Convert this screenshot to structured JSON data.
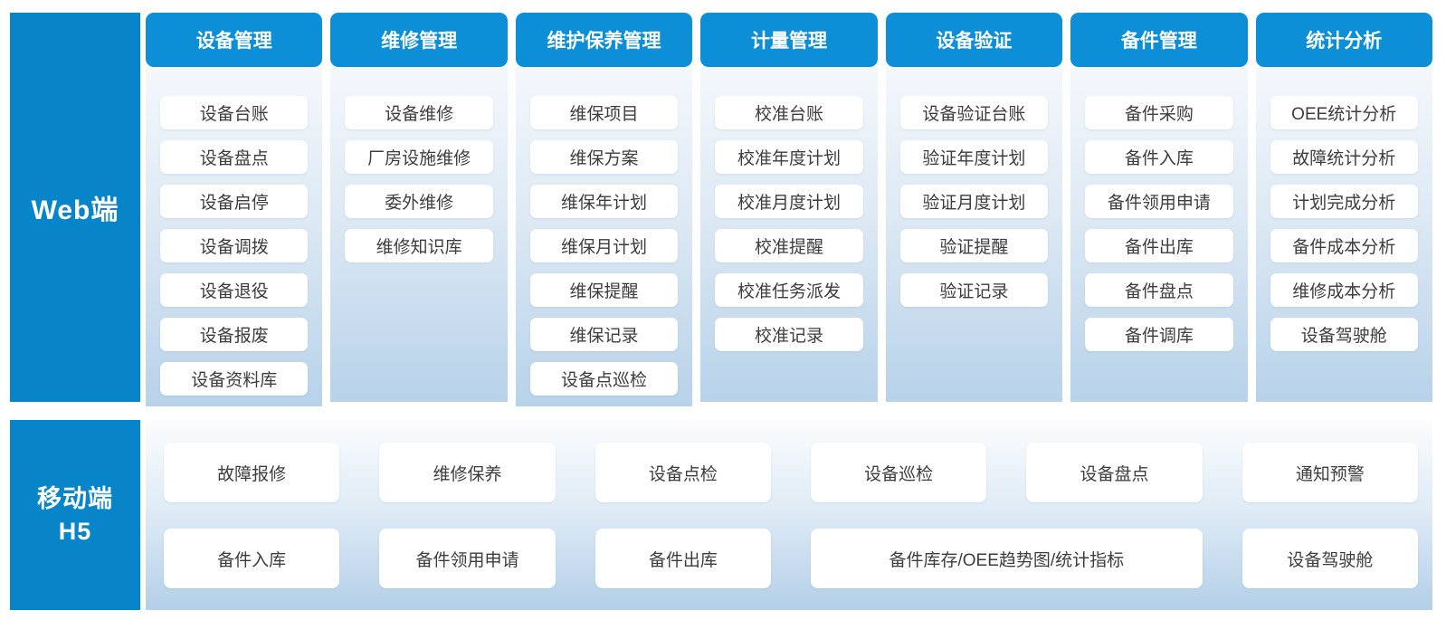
{
  "colors": {
    "header_blue": "#0d8fd8",
    "side_blue": "#0884c8",
    "column_gradient_top": "#f4f8fc",
    "column_gradient_bottom": "#b7d2ea",
    "item_text": "#3d3d3d",
    "item_background": "#ffffff"
  },
  "web_section": {
    "label": "Web端",
    "columns": [
      {
        "title": "设备管理",
        "items": [
          "设备台账",
          "设备盘点",
          "设备启停",
          "设备调拨",
          "设备退役",
          "设备报废",
          "设备资料库"
        ]
      },
      {
        "title": "维修管理",
        "items": [
          "设备维修",
          "厂房设施维修",
          "委外维修",
          "维修知识库"
        ]
      },
      {
        "title": "维护保养管理",
        "items": [
          "维保项目",
          "维保方案",
          "维保年计划",
          "维保月计划",
          "维保提醒",
          "维保记录",
          "设备点巡检"
        ]
      },
      {
        "title": "计量管理",
        "items": [
          "校准台账",
          "校准年度计划",
          "校准月度计划",
          "校准提醒",
          "校准任务派发",
          "校准记录"
        ]
      },
      {
        "title": "设备验证",
        "items": [
          "设备验证台账",
          "验证年度计划",
          "验证月度计划",
          "验证提醒",
          "验证记录"
        ]
      },
      {
        "title": "备件管理",
        "items": [
          "备件采购",
          "备件入库",
          "备件领用申请",
          "备件出库",
          "备件盘点",
          "备件调库"
        ]
      },
      {
        "title": "统计分析",
        "items": [
          "OEE统计分析",
          "故障统计分析",
          "计划完成分析",
          "备件成本分析",
          "维修成本分析",
          "设备驾驶舱"
        ]
      }
    ]
  },
  "mobile_section": {
    "label_line1": "移动端",
    "label_line2": "H5",
    "rows": [
      [
        {
          "label": "故障报修",
          "span": 1
        },
        {
          "label": "维修保养",
          "span": 1
        },
        {
          "label": "设备点检",
          "span": 1
        },
        {
          "label": "设备巡检",
          "span": 1
        },
        {
          "label": "设备盘点",
          "span": 1
        },
        {
          "label": "通知预警",
          "span": 1
        }
      ],
      [
        {
          "label": "备件入库",
          "span": 1
        },
        {
          "label": "备件领用申请",
          "span": 1
        },
        {
          "label": "备件出库",
          "span": 1
        },
        {
          "label": "备件库存/OEE趋势图/统计指标",
          "span": 2
        },
        {
          "label": "设备驾驶舱",
          "span": 1
        }
      ]
    ]
  }
}
